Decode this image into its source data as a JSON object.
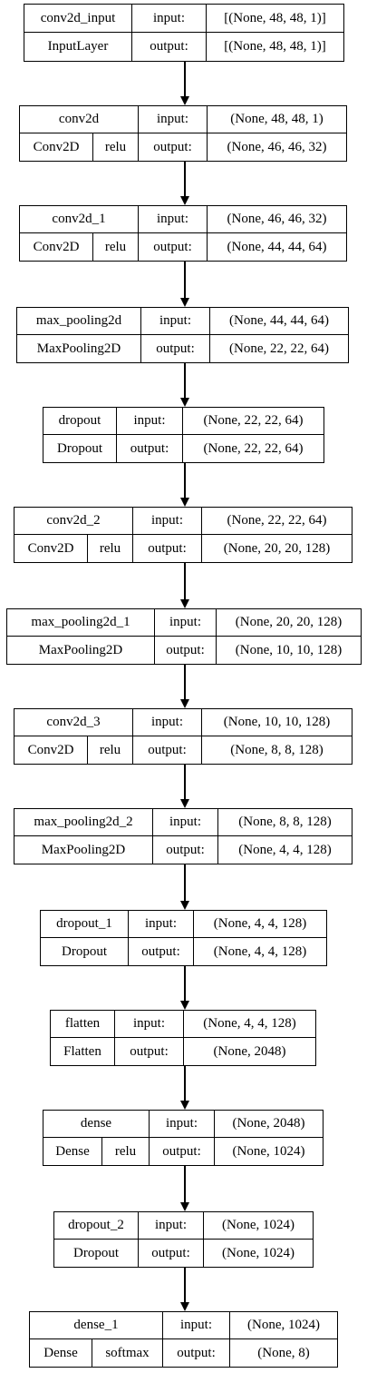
{
  "nodes": [
    {
      "name": "conv2d_input",
      "class": "InputLayer",
      "activation": "",
      "input": "[(None, 48, 48, 1)]",
      "output": "[(None, 48, 48, 1)]",
      "input_label": "input:",
      "output_label": "output:"
    },
    {
      "name": "conv2d",
      "class": "Conv2D",
      "activation": "relu",
      "input": "(None, 48, 48, 1)",
      "output": "(None, 46, 46, 32)",
      "input_label": "input:",
      "output_label": "output:"
    },
    {
      "name": "conv2d_1",
      "class": "Conv2D",
      "activation": "relu",
      "input": "(None, 46, 46, 32)",
      "output": "(None, 44, 44, 64)",
      "input_label": "input:",
      "output_label": "output:"
    },
    {
      "name": "max_pooling2d",
      "class": "MaxPooling2D",
      "activation": "",
      "input": "(None, 44, 44, 64)",
      "output": "(None, 22, 22, 64)",
      "input_label": "input:",
      "output_label": "output:"
    },
    {
      "name": "dropout",
      "class": "Dropout",
      "activation": "",
      "input": "(None, 22, 22, 64)",
      "output": "(None, 22, 22, 64)",
      "input_label": "input:",
      "output_label": "output:"
    },
    {
      "name": "conv2d_2",
      "class": "Conv2D",
      "activation": "relu",
      "input": "(None, 22, 22, 64)",
      "output": "(None, 20, 20, 128)",
      "input_label": "input:",
      "output_label": "output:"
    },
    {
      "name": "max_pooling2d_1",
      "class": "MaxPooling2D",
      "activation": "",
      "input": "(None, 20, 20, 128)",
      "output": "(None, 10, 10, 128)",
      "input_label": "input:",
      "output_label": "output:"
    },
    {
      "name": "conv2d_3",
      "class": "Conv2D",
      "activation": "relu",
      "input": "(None, 10, 10, 128)",
      "output": "(None, 8, 8, 128)",
      "input_label": "input:",
      "output_label": "output:"
    },
    {
      "name": "max_pooling2d_2",
      "class": "MaxPooling2D",
      "activation": "",
      "input": "(None, 8, 8, 128)",
      "output": "(None, 4, 4, 128)",
      "input_label": "input:",
      "output_label": "output:"
    },
    {
      "name": "dropout_1",
      "class": "Dropout",
      "activation": "",
      "input": "(None, 4, 4, 128)",
      "output": "(None, 4, 4, 128)",
      "input_label": "input:",
      "output_label": "output:"
    },
    {
      "name": "flatten",
      "class": "Flatten",
      "activation": "",
      "input": "(None, 4, 4, 128)",
      "output": "(None, 2048)",
      "input_label": "input:",
      "output_label": "output:"
    },
    {
      "name": "dense",
      "class": "Dense",
      "activation": "relu",
      "input": "(None, 2048)",
      "output": "(None, 1024)",
      "input_label": "input:",
      "output_label": "output:"
    },
    {
      "name": "dropout_2",
      "class": "Dropout",
      "activation": "",
      "input": "(None, 1024)",
      "output": "(None, 1024)",
      "input_label": "input:",
      "output_label": "output:"
    },
    {
      "name": "dense_1",
      "class": "Dense",
      "activation": "softmax",
      "input": "(None, 1024)",
      "output": "(None, 8)",
      "input_label": "input:",
      "output_label": "output:"
    }
  ]
}
